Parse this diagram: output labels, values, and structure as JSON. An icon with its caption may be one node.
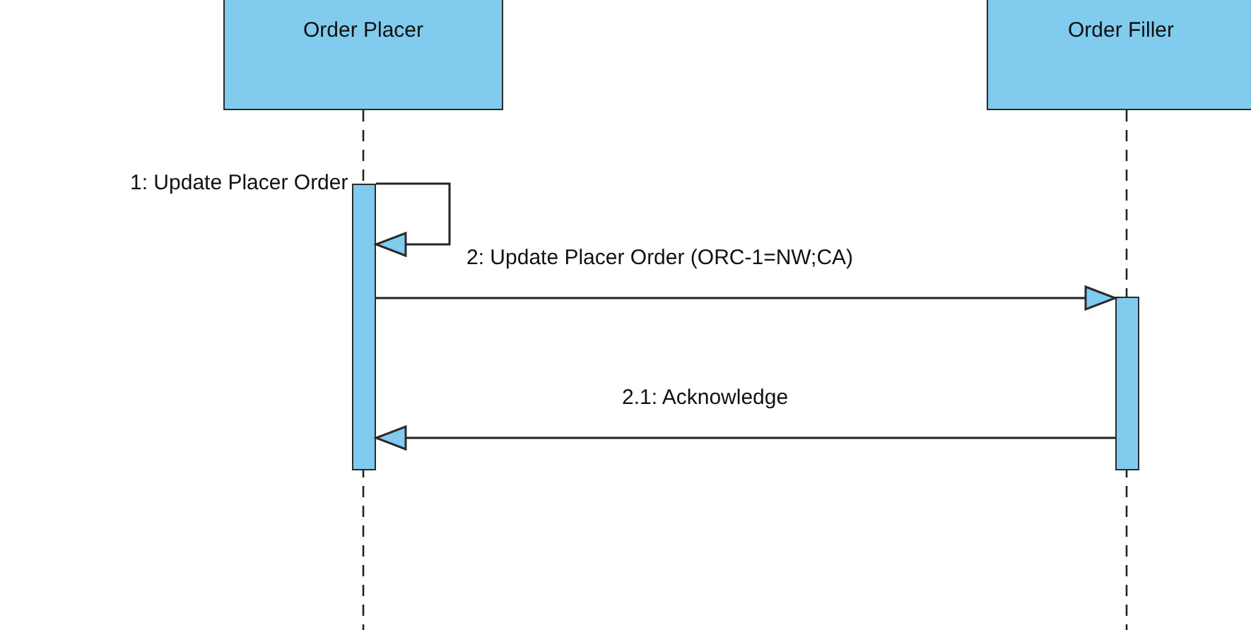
{
  "diagram": {
    "nodes": [
      {
        "text": [
          "Order Placer"
        ]
      },
      {
        "text": [
          "Order Filler"
        ]
      },
      {
        "text": [],
        "shape": "bar"
      },
      {
        "text": [],
        "shape": "bar"
      }
    ],
    "edges": [
      {
        "from": 2,
        "to": 2,
        "arrow": "to",
        "label": "1: Update Placer Order"
      },
      {
        "from": 2,
        "to": 3,
        "arrow": "to",
        "label": "2: Update Placer Order (ORC-1=NW;CA)"
      },
      {
        "from": 3,
        "to": 2,
        "arrow": "to",
        "label": "2.1: Acknowledge"
      }
    ]
  }
}
